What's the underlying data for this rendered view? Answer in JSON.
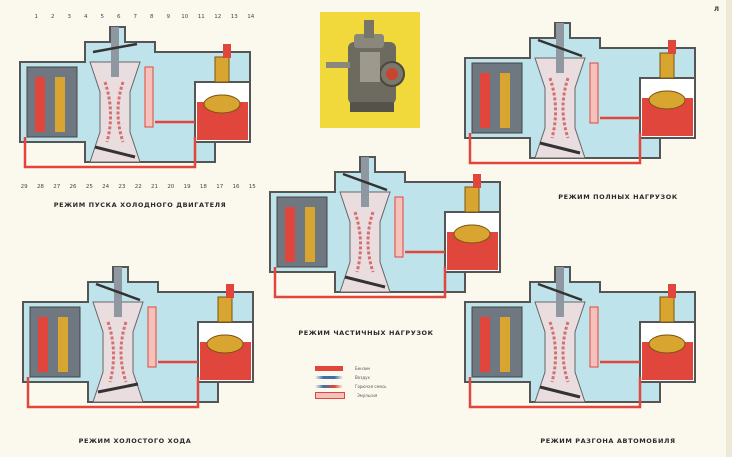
{
  "page_number": "Л",
  "callouts_top": [
    "1",
    "2",
    "3",
    "4",
    "5",
    "6",
    "7",
    "8",
    "9",
    "10",
    "11",
    "12",
    "13",
    "14"
  ],
  "callouts_bottom": [
    "29",
    "28",
    "27",
    "26",
    "25",
    "24",
    "23",
    "22",
    "21",
    "20",
    "19",
    "18",
    "17",
    "16",
    "15"
  ],
  "panels": [
    {
      "caption": "РЕЖИМ ПУСКА ХОЛОДНОГО ДВИГАТЕЛЯ"
    },
    {
      "caption": "РЕЖИМ ПОЛНЫХ НАГРУЗОК"
    },
    {
      "caption": "РЕЖИМ ЧАСТИЧНЫХ НАГРУЗОК"
    },
    {
      "caption": "РЕЖИМ ХОЛОСТОГО ХОДА"
    },
    {
      "caption": "РЕЖИМ РАЗГОНА АВТОМОБИЛЯ"
    }
  ],
  "legend": [
    {
      "label": "Бензин",
      "color": "#e0463c"
    },
    {
      "label": "Воздух",
      "color": "#3f6fa8"
    },
    {
      "label": "Горючая смесь",
      "color": "#7a5d9a"
    },
    {
      "label": "Эмульсия",
      "color": "#f0a8a0"
    }
  ],
  "colors": {
    "fuel": "#e0463c",
    "body": "#8f98a0",
    "air": "#bfe3ea",
    "brass": "#d9a531",
    "background": "#fbf9ee"
  }
}
